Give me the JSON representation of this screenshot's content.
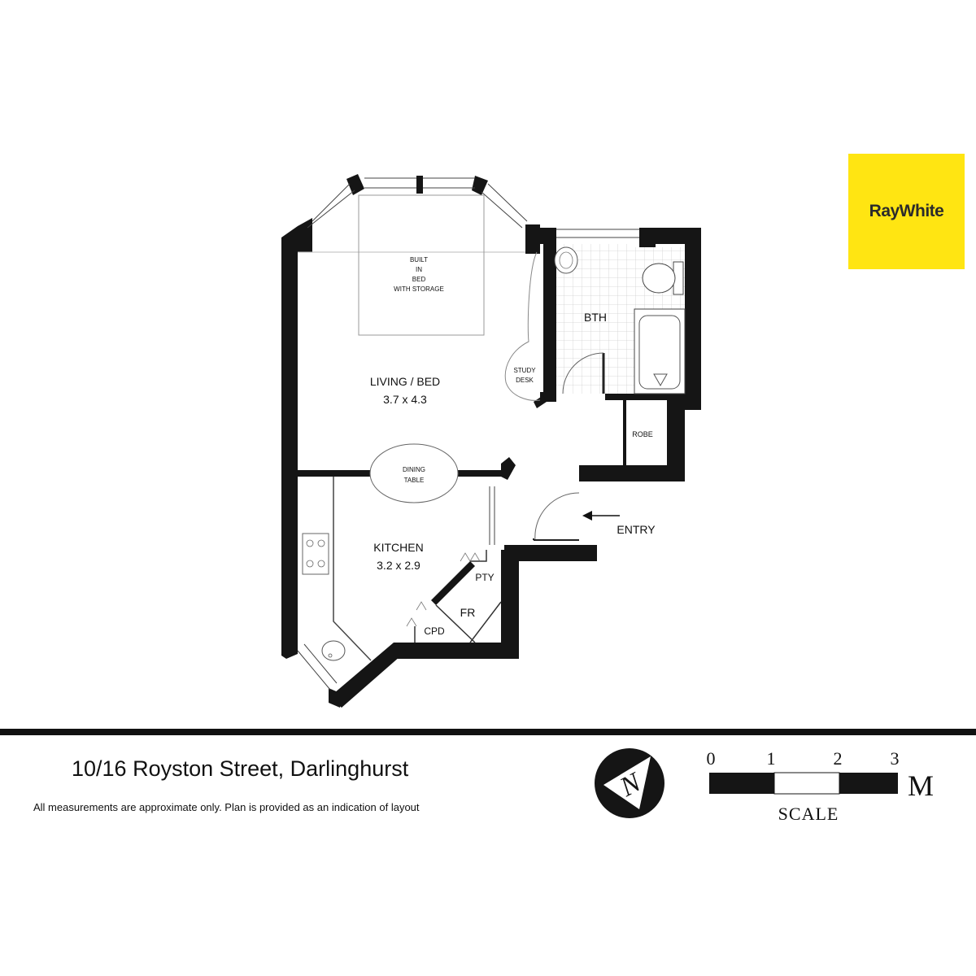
{
  "brand": {
    "name": "RayWhite",
    "color": "#ffe512"
  },
  "rooms": {
    "built_in_bed": [
      "BUILT",
      "IN",
      "BED",
      "WITH STORAGE"
    ],
    "living_name": "LIVING / BED",
    "living_size": "3.7 x 4.3",
    "bathroom": "BTH",
    "study_desk": [
      "STUDY",
      "DESK"
    ],
    "robe": "ROBE",
    "dining_table": [
      "DINING",
      "TABLE"
    ],
    "kitchen_name": "KITCHEN",
    "kitchen_size": "3.2 x 2.9",
    "pantry": "PTY",
    "fridge": "FR",
    "cupboard": "CPD",
    "entry": "ENTRY"
  },
  "footer": {
    "address": "10/16 Royston Street, Darlinghurst",
    "disclaimer": "All measurements are approximate only. Plan is provided as an indication of layout"
  },
  "compass": {
    "letter": "N"
  },
  "scale": {
    "ticks": [
      "0",
      "1",
      "2",
      "3"
    ],
    "unit": "M",
    "label": "SCALE"
  }
}
